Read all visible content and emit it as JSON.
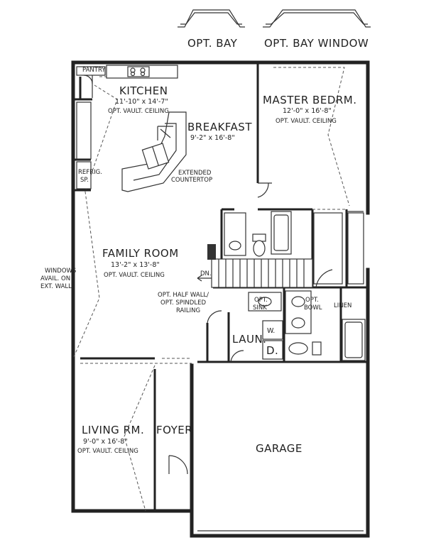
{
  "options": {
    "bay": "OPT. BAY",
    "bay_window": "OPT. BAY WINDOW"
  },
  "rooms": {
    "pantry": "PANTRY",
    "kitchen": {
      "name": "KITCHEN",
      "dims": "11'-10\" x 14'-7\"",
      "note": "OPT. VAULT. CEILING"
    },
    "breakfast": {
      "name": "BREAKFAST",
      "dims": "9'-2\" x 16'-8\""
    },
    "master": {
      "name": "MASTER BEDRM.",
      "dims": "12'-0\" x 16'-8\"",
      "note": "OPT. VAULT. CEILING"
    },
    "refrig": [
      "REFRIG.",
      "SP."
    ],
    "countertop": [
      "EXTENDED",
      "COUNTERTOP"
    ],
    "family": {
      "name": "FAMILY ROOM",
      "dims": "13'-2\" x 13'-8\"",
      "note": "OPT. VAULT. CEILING"
    },
    "windows_note": [
      "WINDOWS",
      "AVAIL. ON",
      "EXT. WALL"
    ],
    "stair_dn": "DN.",
    "half_wall": [
      "OPT. HALF WALL/",
      "OPT. SPINDLED",
      "RAILING"
    ],
    "opt_sink": [
      "OPT.",
      "SINK"
    ],
    "opt_bowl": [
      "OPT.",
      "BOWL"
    ],
    "linen": "LINEN",
    "laundry": "LAUN.",
    "washer": "W.",
    "dryer": "D.",
    "living": {
      "name": "LIVING RM.",
      "dims": "9'-0\" x 16'-8\"",
      "note": "OPT. VAULT. CEILING"
    },
    "foyer": "FOYER",
    "garage": "GARAGE"
  }
}
